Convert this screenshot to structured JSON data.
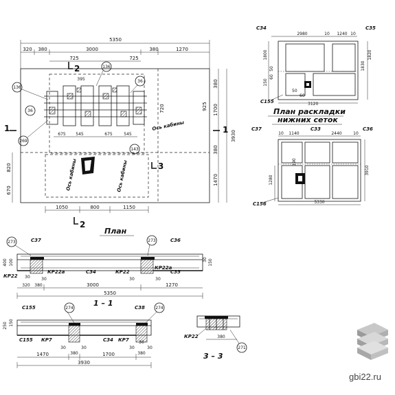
{
  "plan": {
    "overall_width": "5350",
    "top_dims": [
      "320",
      "380",
      "3000",
      "380",
      "1270"
    ],
    "inner_dims": [
      "725",
      "725"
    ],
    "mid_dims": [
      "395",
      "675",
      "545",
      "675",
      "545"
    ],
    "right_dims": [
      "380",
      "925",
      "720",
      "1700"
    ],
    "right_overall": "3930",
    "left_dims": [
      "820",
      "670"
    ],
    "right_lower": [
      "380",
      "1470"
    ],
    "bottom_dims": [
      "1050",
      "800",
      "1150"
    ],
    "axis_left": "Ось кабины",
    "axis_right": "Ось кабины",
    "axis_horizontal": "Ось кабины",
    "callouts": [
      "136",
      "136",
      "36",
      "36",
      "269",
      "143"
    ],
    "section_marks": [
      "2",
      "1",
      "1",
      "3",
      "2"
    ],
    "title": "План"
  },
  "mesh_plan": {
    "top_labels": [
      "C34",
      "C35"
    ],
    "top_dims": [
      "2980",
      "10",
      "1240",
      "10"
    ],
    "side_dims": [
      "1800",
      "60",
      "50",
      "150",
      "1820",
      "1830"
    ],
    "inner_dims": [
      "50",
      "60",
      "3120"
    ],
    "c155": "C155",
    "title_line1": "План раскладки",
    "title_line2": "нижних сеток",
    "bottom_labels": [
      "C37",
      "C33",
      "C36"
    ],
    "bottom_dims": [
      "10",
      "1140",
      "2440",
      "10"
    ],
    "side_dims2": [
      "190",
      "1280",
      "3910"
    ],
    "c156": "C156",
    "overall": "5330"
  },
  "section_1_1": {
    "callouts": [
      "273",
      "273"
    ],
    "labels": [
      "C37",
      "C36",
      "КР22",
      "КР22а",
      "C34",
      "КР22",
      "КР22а",
      "C35"
    ],
    "left_dims": [
      "400",
      "100"
    ],
    "right_dims": [
      "30",
      "150"
    ],
    "small_dims": [
      "30",
      "30",
      "30",
      "30",
      "320",
      "380"
    ],
    "dims": [
      "3000",
      "1270"
    ],
    "overall": "5350",
    "title": "1 – 1"
  },
  "section_2_2": {
    "labels": [
      "C155",
      "C38",
      "C155",
      "КР7",
      "C34",
      "КР7"
    ],
    "callouts": [
      "274",
      "274"
    ],
    "left_dims": [
      "250",
      "150"
    ],
    "small_dims": [
      "30",
      "30",
      "30",
      "30",
      "30",
      "380",
      "380"
    ],
    "dims": [
      "1470",
      "1700"
    ],
    "overall": "3930"
  },
  "section_3_3": {
    "labels": [
      "КР22",
      "380"
    ],
    "callout": "271",
    "title": "3 – 3"
  },
  "watermark": "gbi22.ru"
}
